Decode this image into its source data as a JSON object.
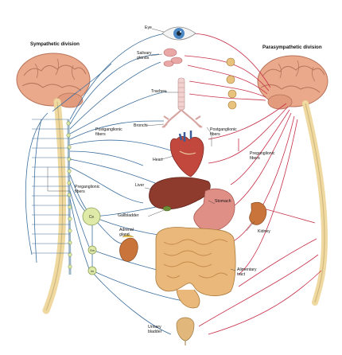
{
  "titles": {
    "sympathetic": "Sympathetic division",
    "parasympathetic": "Parasympathetic division"
  },
  "labels": {
    "eye": "Eye",
    "salivary": "Salivary\nglands",
    "trachea": "Trachea",
    "bronchi": "Bronchi",
    "heart": "Heart",
    "postganglionic_left": "Postganglionic\nfibers",
    "postganglionic_right": "Postganglionic\nfibers",
    "preganglionic_left": "Preganglionic\nfibers",
    "preganglionic_right": "Preganglionic\nfibers",
    "liver": "Liver",
    "stomach": "Stomach",
    "gallbladder": "Gallbladder",
    "adrenal": "Adrenal\ngland",
    "kidney": "Kidney",
    "alimentary": "Alimentary\ntract",
    "bladder": "Urinary\nbladder",
    "ganglion_celiac": "Ce",
    "ganglion_sm": "Sm",
    "ganglion_im": "Im"
  },
  "colors": {
    "sympathetic_nerve": "#3d6f9e",
    "parasympathetic_nerve": "#c8314a",
    "brain": "#e9ab8c",
    "spinal_cord": "#f1dca1",
    "ganglion": "#dfe9a8",
    "liver": "#8e3a2c",
    "stomach": "#e38f86",
    "intestine": "#e9b87a",
    "kidney": "#c9743a"
  }
}
